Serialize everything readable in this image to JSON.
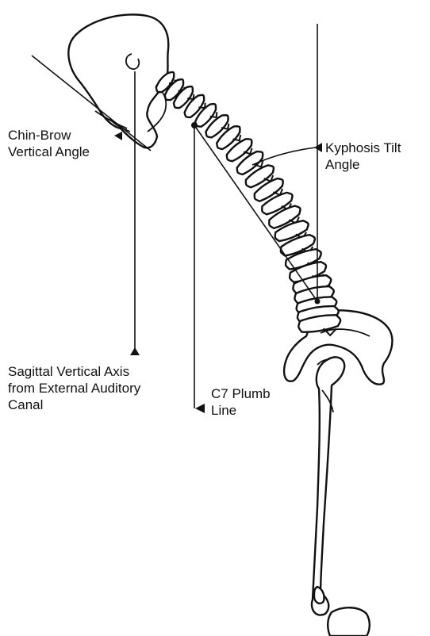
{
  "labels": {
    "chin_brow": [
      "Chin-Brow",
      "Vertical Angle"
    ],
    "kyphosis": [
      "Kyphosis Tilt",
      "Angle"
    ],
    "sva": [
      "Sagittal Vertical Axis",
      "from External Auditory",
      "Canal"
    ],
    "c7": [
      "C7 Plumb",
      "Line"
    ]
  }
}
